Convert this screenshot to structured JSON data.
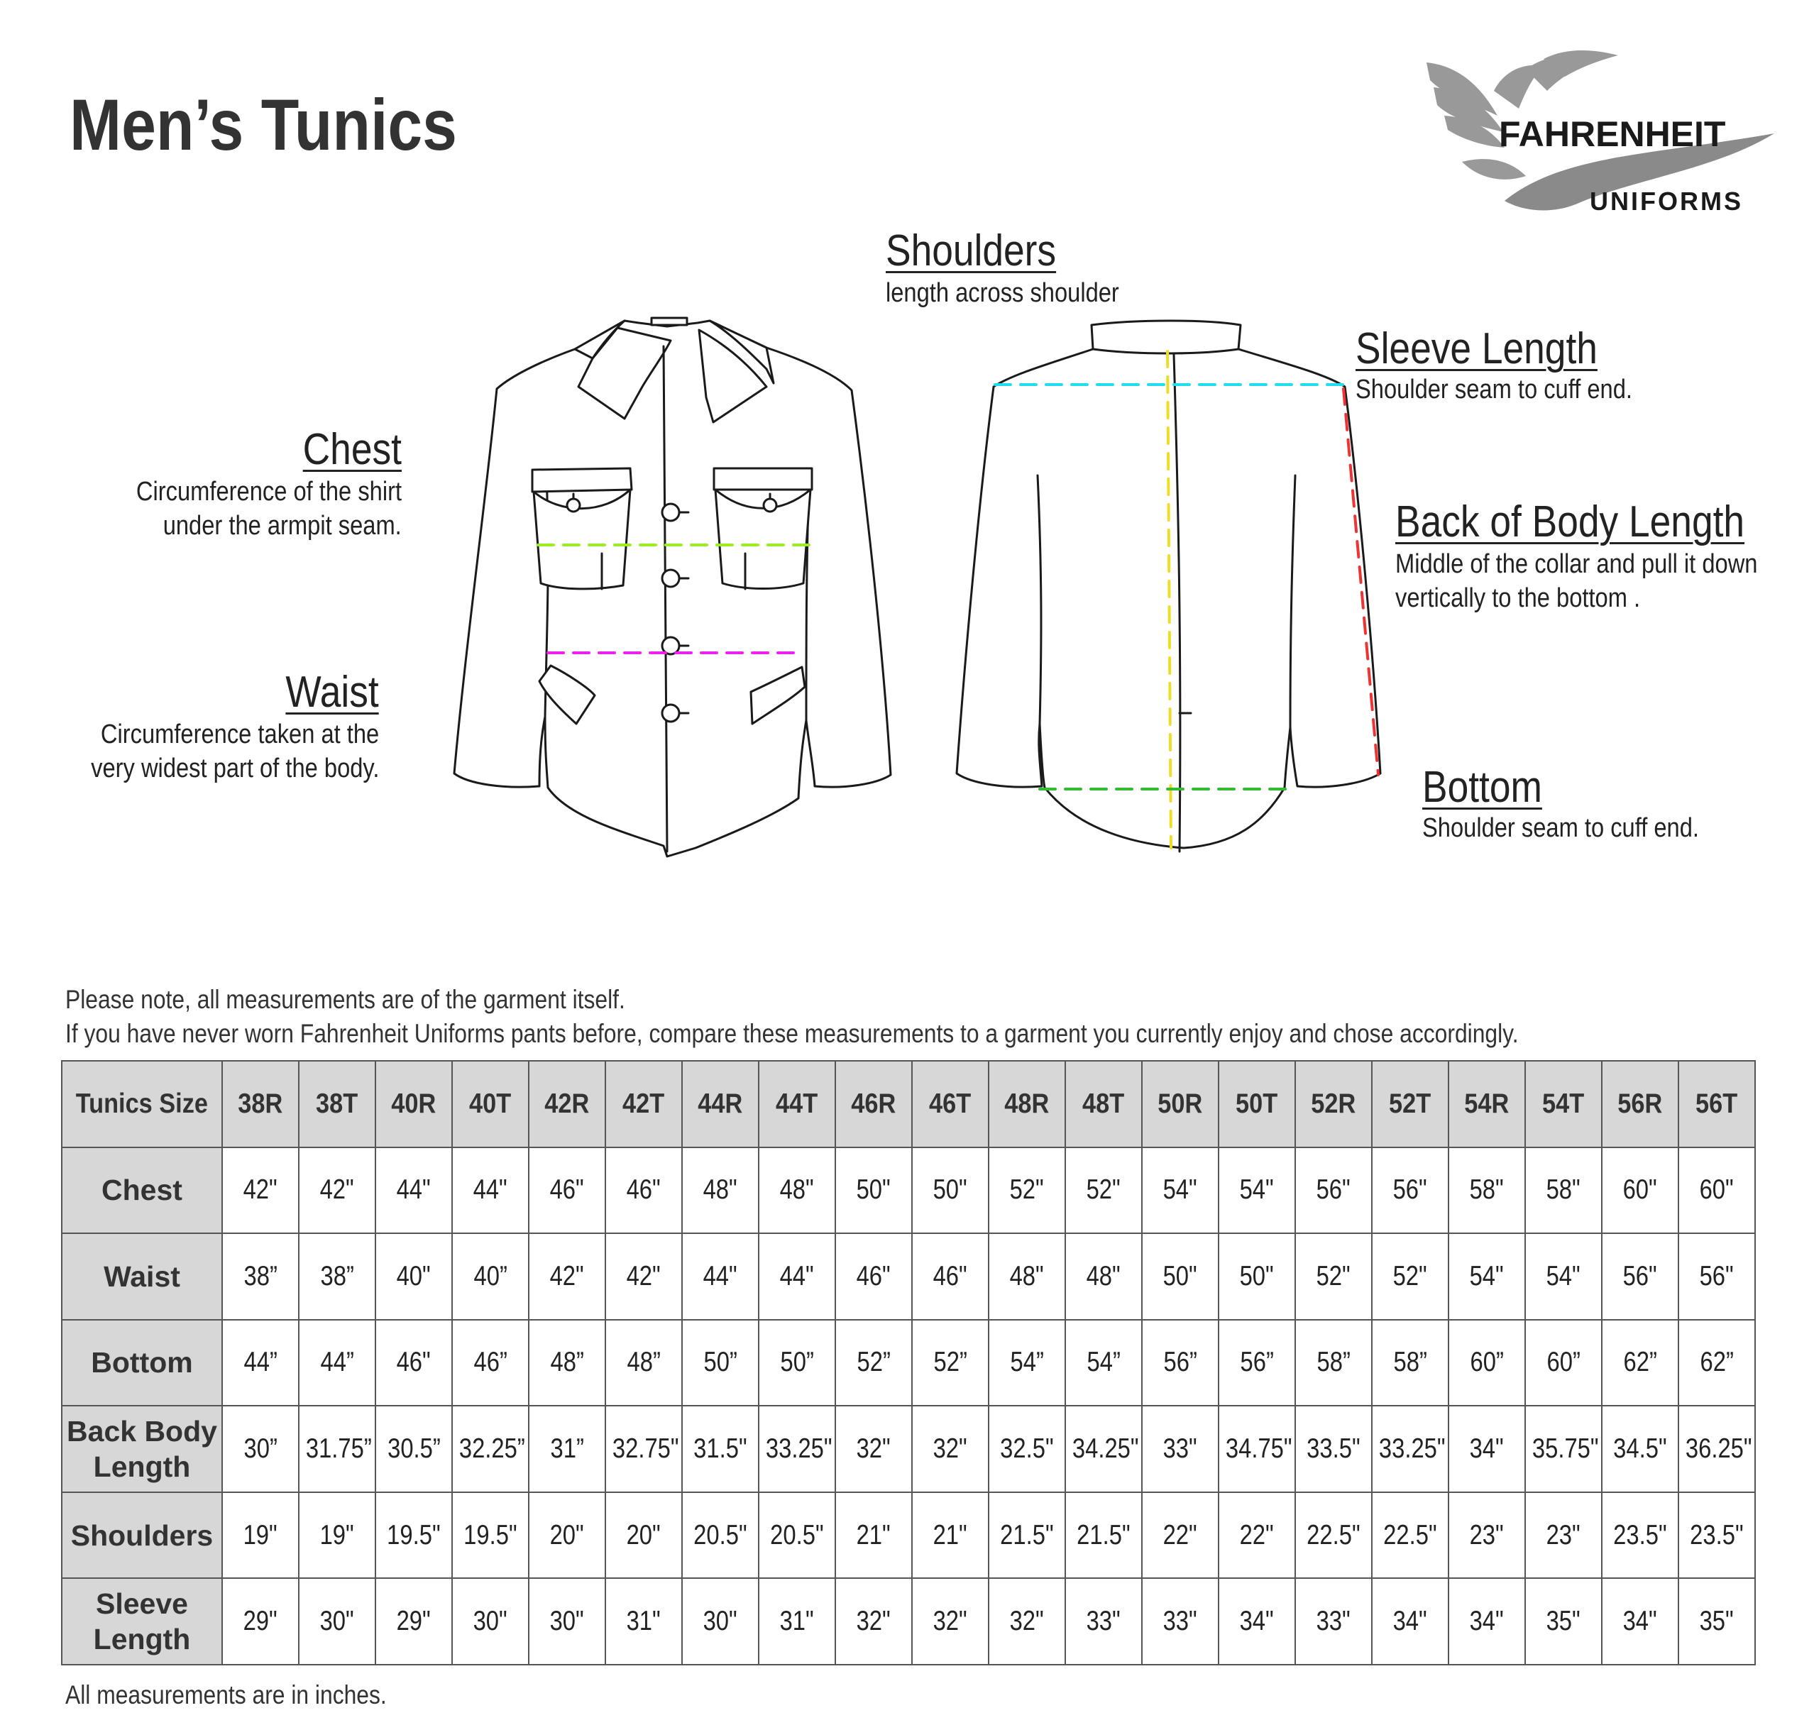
{
  "page": {
    "title": "Men’s Tunics",
    "brand_name": "FAHRENHEIT",
    "brand_sub": "UNIFORMS"
  },
  "diagram_labels": {
    "shoulders": {
      "heading": "Shoulders",
      "desc": "length across shoulder"
    },
    "sleeve_length": {
      "heading": "Sleeve Length",
      "desc": "Shoulder seam to cuff end."
    },
    "back_of_body_length": {
      "heading": "Back of Body Length",
      "desc": [
        "Middle of the collar and pull it down",
        "vertically to the bottom ."
      ]
    },
    "bottom": {
      "heading": "Bottom",
      "desc": "Shoulder seam to cuff end."
    },
    "chest": {
      "heading": "Chest",
      "desc": [
        "Circumference of the shirt",
        "under the armpit seam."
      ]
    },
    "waist": {
      "heading": "Waist",
      "desc": [
        "Circumference taken at the",
        "very widest part of the body."
      ]
    }
  },
  "measure_line_colors": {
    "chest": "#99ee22",
    "waist": "#ee22ee",
    "shoulders": "#22ddee",
    "back_of_body_length": "#eedd22",
    "sleeve_length": "#ee3333",
    "bottom": "#33bb33"
  },
  "notes": {
    "line1": "Please note, all measurements are of the garment itself.",
    "line2": "If you have never worn Fahrenheit Uniforms pants before, compare these measurements to a garment you currently enjoy and chose accordingly.",
    "footer": "All measurements are in inches."
  },
  "size_table": {
    "header_label": "Tunics Size",
    "sizes": [
      "38R",
      "38T",
      "40R",
      "40T",
      "42R",
      "42T",
      "44R",
      "44T",
      "46R",
      "46T",
      "48R",
      "48T",
      "50R",
      "50T",
      "52R",
      "52T",
      "54R",
      "54T",
      "56R",
      "56T"
    ],
    "rows": [
      {
        "label": "Chest",
        "values": [
          "42\"",
          "42\"",
          "44\"",
          "44\"",
          "46\"",
          "46\"",
          "48\"",
          "48\"",
          "50\"",
          "50\"",
          "52\"",
          "52\"",
          "54\"",
          "54\"",
          "56\"",
          "56\"",
          "58\"",
          "58\"",
          "60\"",
          "60\""
        ]
      },
      {
        "label": "Waist",
        "values": [
          "38”",
          "38”",
          "40\"",
          "40”",
          "42\"",
          "42\"",
          "44\"",
          "44\"",
          "46\"",
          "46\"",
          "48\"",
          "48\"",
          "50\"",
          "50\"",
          "52\"",
          "52\"",
          "54\"",
          "54\"",
          "56\"",
          "56\""
        ]
      },
      {
        "label": "Bottom",
        "values": [
          "44”",
          "44”",
          "46\"",
          "46”",
          "48”",
          "48”",
          "50”",
          "50”",
          "52”",
          "52”",
          "54”",
          "54”",
          "56”",
          "56”",
          "58”",
          "58”",
          "60”",
          "60”",
          "62”",
          "62”"
        ]
      },
      {
        "label": "Back Body Length",
        "values": [
          "30”",
          "31.75”",
          "30.5”",
          "32.25”",
          "31”",
          "32.75\"",
          "31.5\"",
          "33.25\"",
          "32\"",
          "32\"",
          "32.5\"",
          "34.25\"",
          "33\"",
          "34.75\"",
          "33.5\"",
          "33.25\"",
          "34\"",
          "35.75\"",
          "34.5\"",
          "36.25\""
        ]
      },
      {
        "label": "Shoulders",
        "values": [
          "19\"",
          "19\"",
          "19.5\"",
          "19.5\"",
          "20\"",
          "20\"",
          "20.5\"",
          "20.5\"",
          "21\"",
          "21\"",
          "21.5\"",
          "21.5\"",
          "22\"",
          "22\"",
          "22.5\"",
          "22.5\"",
          "23\"",
          "23\"",
          "23.5\"",
          "23.5\""
        ]
      },
      {
        "label": "Sleeve Length",
        "values": [
          "29\"",
          "30\"",
          "29\"",
          "30\"",
          "30\"",
          "31\"",
          "30\"",
          "31\"",
          "32\"",
          "32\"",
          "32\"",
          "33\"",
          "33\"",
          "34\"",
          "33\"",
          "34\"",
          "34\"",
          "35\"",
          "34\"",
          "35\""
        ]
      }
    ]
  }
}
